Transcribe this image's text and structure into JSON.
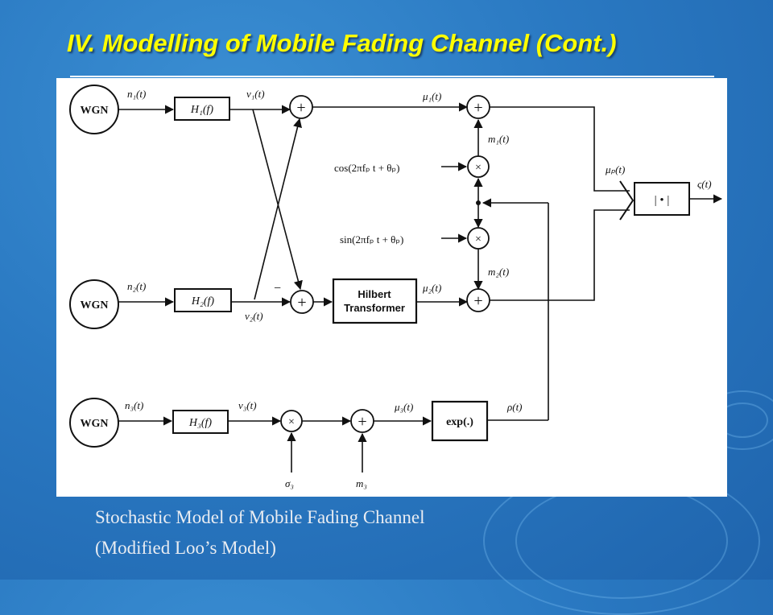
{
  "slide": {
    "title": "IV. Modelling of Mobile Fading Channel (Cont.)",
    "caption_line1": "Stochastic Model of Mobile Fading Channel",
    "caption_line2": "(Modified Loo’s Model)"
  },
  "colors": {
    "background": "#2a79c2",
    "title": "#ffff00",
    "caption": "#e8ecf2",
    "panel": "#ffffff",
    "ink": "#111111"
  },
  "diagram": {
    "sources": [
      "WGN",
      "WGN",
      "WGN"
    ],
    "filters": [
      "H₁(f)",
      "H₂(f)",
      "H₃(f)"
    ],
    "noise_labels": [
      "n₁(t)",
      "n₂(t)",
      "n₃(t)"
    ],
    "filtered_labels": [
      "ν₁(t)",
      "ν₂(t)",
      "ν₃(t)"
    ],
    "hilbert_line1": "Hilbert",
    "hilbert_line2": "Transformer",
    "exp_label": "exp(.)",
    "abs_label": "| • |",
    "mu1": "μ₁(t)",
    "mu2": "μ₂(t)",
    "mu3": "μ₃(t)",
    "m1": "m₁(t)",
    "m2": "m₂(t)",
    "m3": "m₃",
    "sigma3": "σ₃",
    "cos_label": "cos(2πfₚ t + θₚ)",
    "sin_label": "sin(2πfₚ t + θₚ)",
    "rho": "ρ(t)",
    "mu_p": "μₚ(t)",
    "output": "ς(t)",
    "plus": "+",
    "times": "×",
    "minus": "−"
  }
}
